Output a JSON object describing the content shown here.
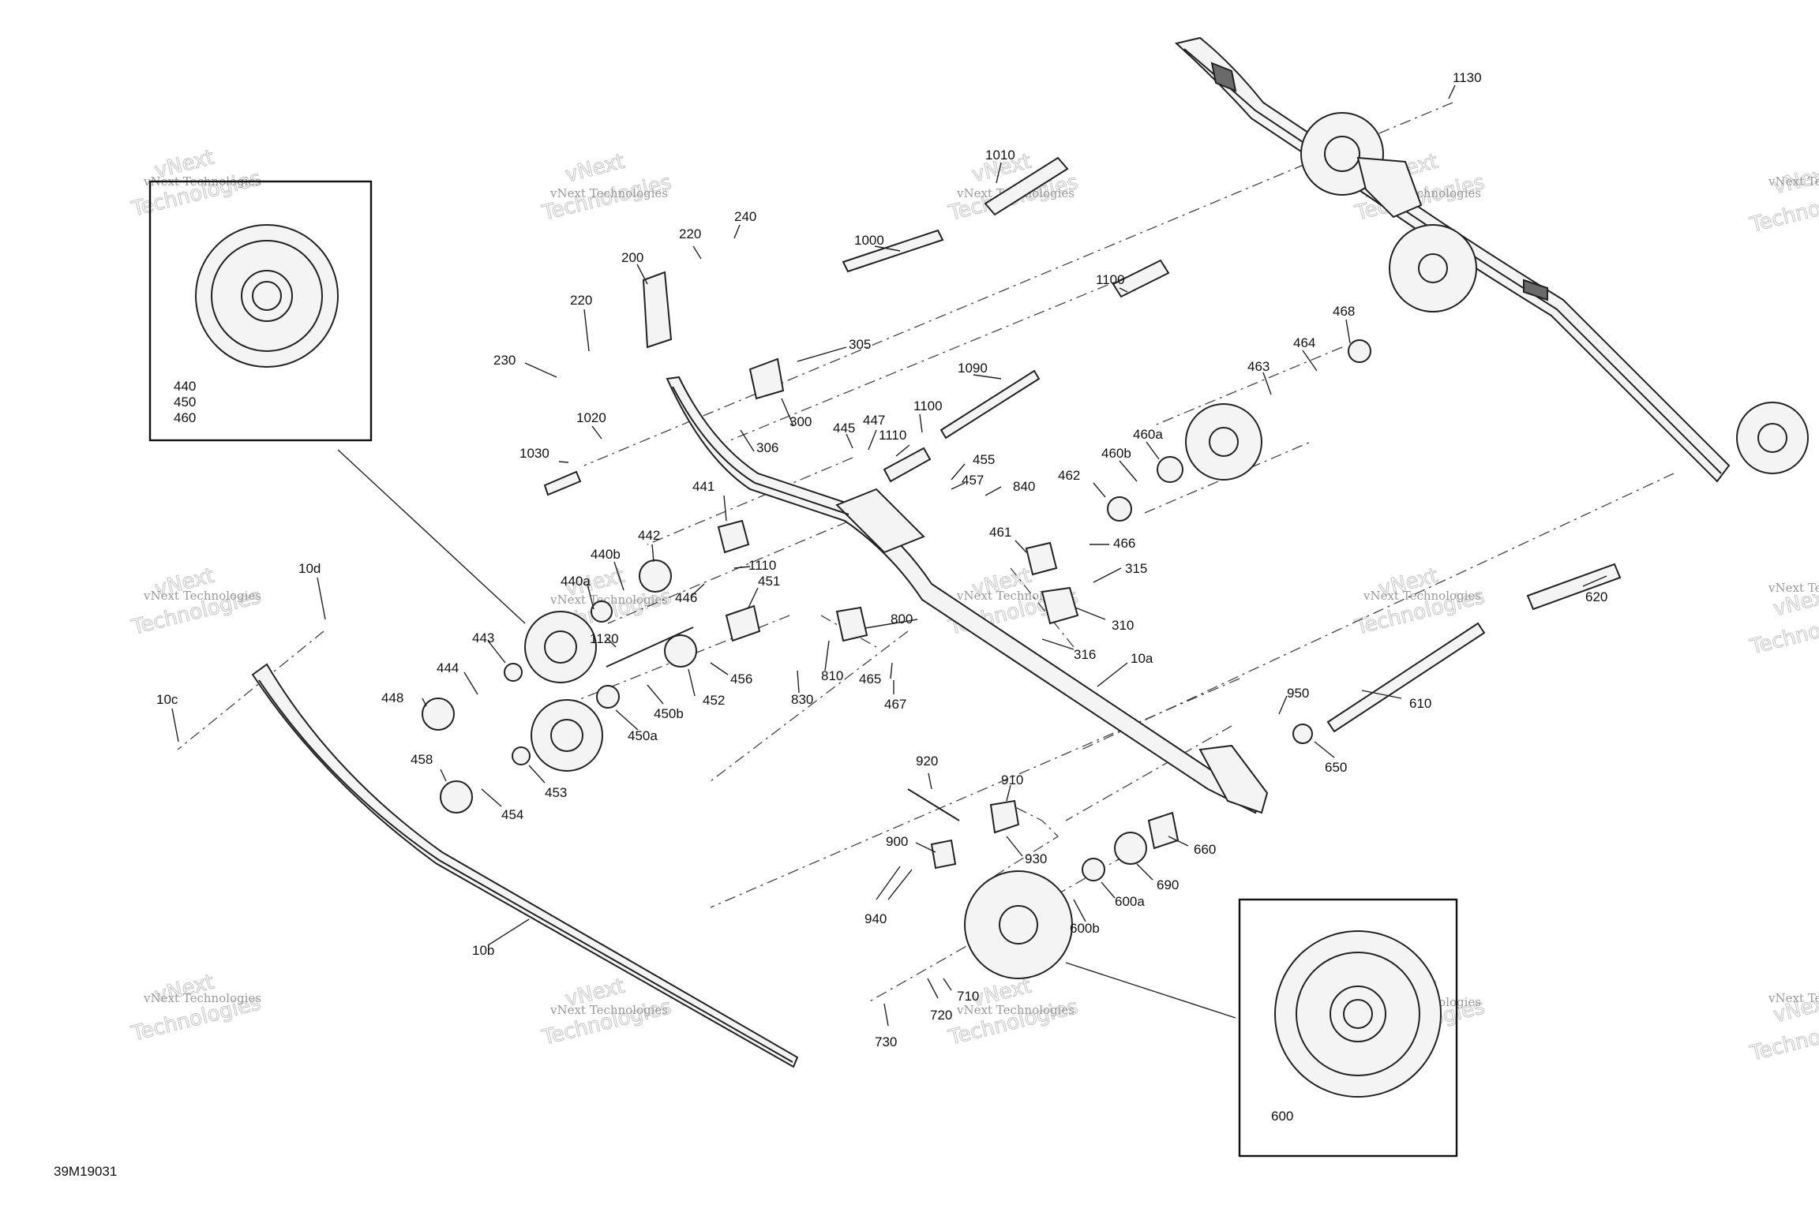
{
  "diagram": {
    "reference_code": "39M19031",
    "watermark": {
      "line1": "vNext",
      "line2": "Technologies",
      "line_small": "vNext Technologies"
    },
    "callouts": {
      "c1130": "1130",
      "c1010": "1010",
      "c1000": "1000",
      "c240": "240",
      "c220a": "220",
      "c220b": "220",
      "c200": "200",
      "c230": "230",
      "c1100a": "1100",
      "c305": "305",
      "c1090": "1090",
      "c1020": "1020",
      "c300": "300",
      "c1030": "1030",
      "c306": "306",
      "c468": "468",
      "c464": "464",
      "c463": "463",
      "c460a": "460a",
      "c460b": "460b",
      "c445": "445",
      "c447": "447",
      "c1100b": "1100",
      "c1110a": "1110",
      "c455": "455",
      "c457": "457",
      "c840": "840",
      "c462": "462",
      "c441": "441",
      "c461": "461",
      "c466": "466",
      "c442": "442",
      "c315": "315",
      "c440b": "440b",
      "c1110b": "1110",
      "c440a": "440a",
      "c446": "446",
      "c451": "451",
      "c10d": "10d",
      "c620": "620",
      "c310": "310",
      "c1120": "1120",
      "c800": "800",
      "c443": "443",
      "c316": "316",
      "c10a": "10a",
      "c444": "444",
      "c456": "456",
      "c810": "810",
      "c465": "465",
      "c830": "830",
      "c10c": "10c",
      "c448": "448",
      "c452": "452",
      "c450b": "450b",
      "c467": "467",
      "c950": "950",
      "c610": "610",
      "c450a": "450a",
      "c650": "650",
      "c458": "458",
      "c453": "453",
      "c920": "920",
      "c910": "910",
      "c454": "454",
      "c900": "900",
      "c660": "660",
      "c930": "930",
      "c690": "690",
      "c600a": "600a",
      "c940": "940",
      "c600b": "600b",
      "c10b": "10b",
      "c710": "710",
      "c720": "720",
      "c730": "730",
      "inset_a1": "440",
      "inset_a2": "450",
      "inset_a3": "460",
      "inset_b1": "600"
    }
  }
}
